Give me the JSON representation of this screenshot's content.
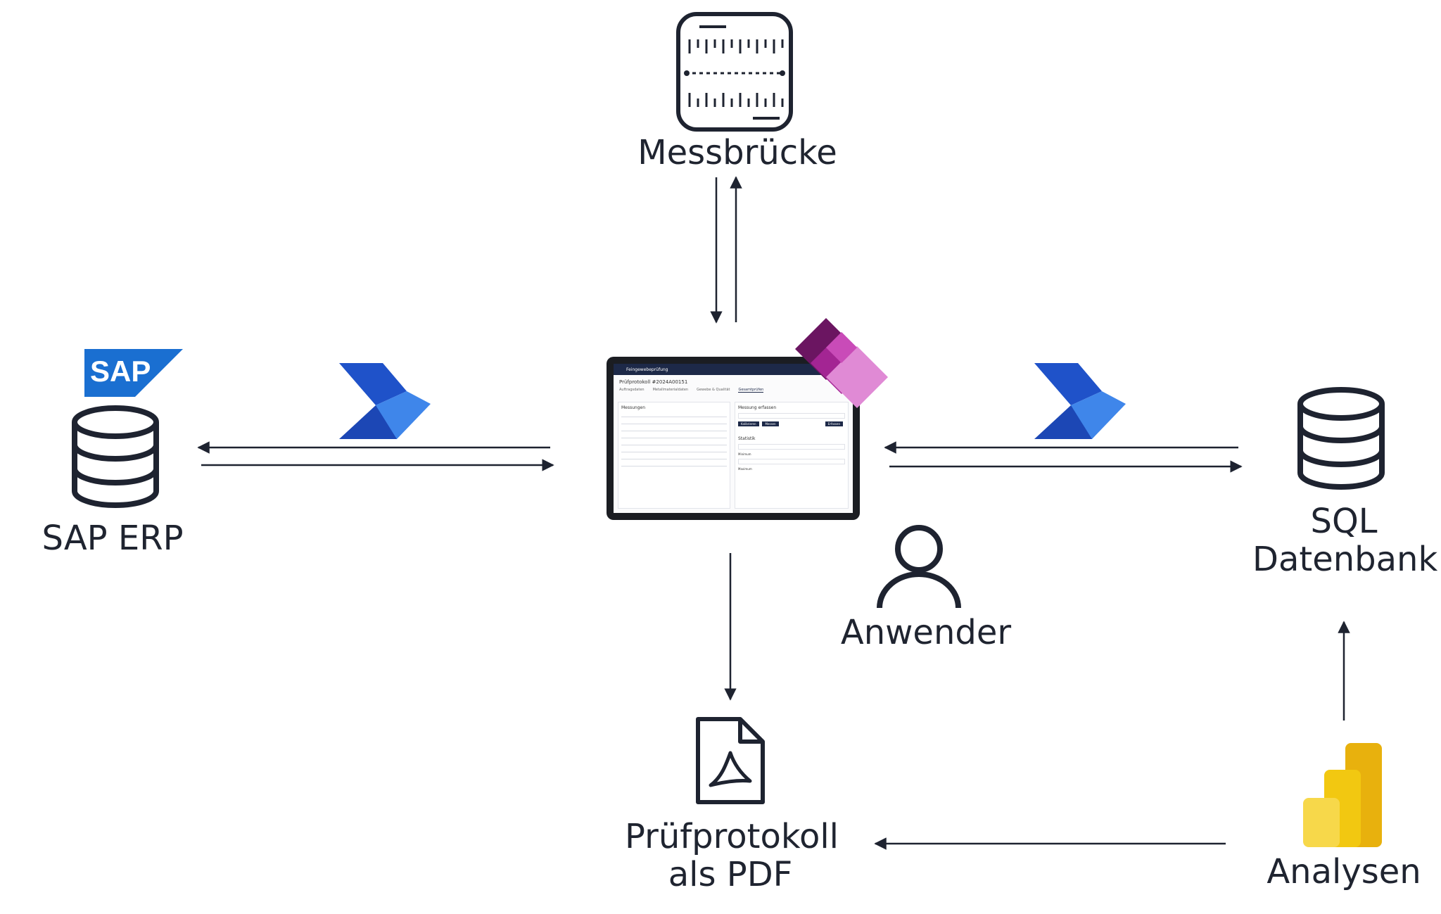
{
  "nodes": {
    "measuring_bridge": {
      "label": "Messbrücke",
      "icon": "measuring-bridge-icon"
    },
    "sap": {
      "label": "SAP ERP",
      "logo_text": "SAP",
      "icon": "database-icon",
      "logo_color": "#1a6fd1"
    },
    "sql": {
      "label_line1": "SQL",
      "label_line2": "Datenbank",
      "icon": "database-icon"
    },
    "user": {
      "label": "Anwender",
      "icon": "user-icon"
    },
    "pdf": {
      "label_line1": "Prüfprotokoll",
      "label_line2": "als PDF",
      "icon": "pdf-document-icon"
    },
    "analytics": {
      "label": "Analysen",
      "icon": "power-bi-icon",
      "brand_color": "#f2c811"
    }
  },
  "app_screen": {
    "header_title": "Feingewebeprüfung",
    "protocol_title": "Prüfprotokoll #2024A00151",
    "tabs": [
      "Auftragsdaten",
      "Metallmaterialdaten",
      "Gewebe & Qualität",
      "Gesamtprüfen"
    ],
    "panel_left_title": "Messungen",
    "panel_right_title": "Messung erfassen",
    "buttons": [
      "Kalibrieren",
      "Messen",
      "Erfassen"
    ],
    "stats_title": "Statistik",
    "stats_rows": [
      "Minimum",
      "Maximum"
    ]
  },
  "colors": {
    "power_automate_dark": "#1f52c9",
    "power_automate_light": "#4aa3f0",
    "power_apps_dark": "#8a1f7c",
    "power_apps_light": "#d24fbf",
    "arrow": "#1e2330"
  }
}
